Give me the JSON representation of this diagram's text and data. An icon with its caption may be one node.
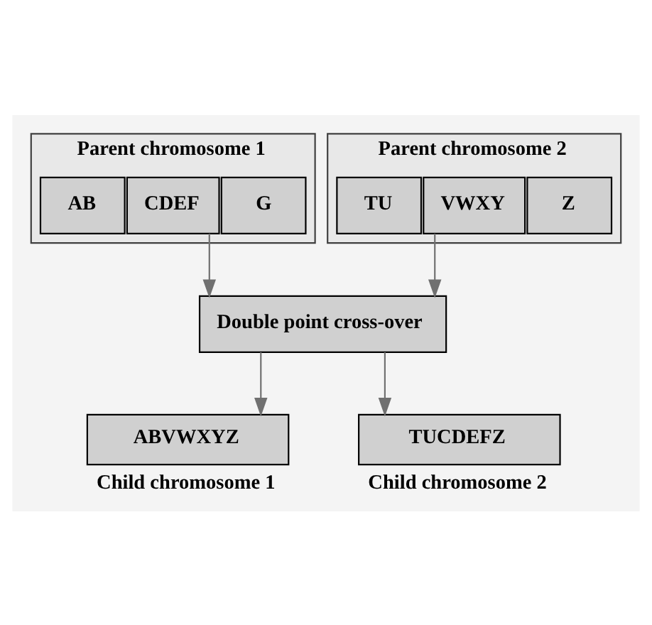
{
  "diagram": {
    "nodes": [
      {
        "text": [
          "Parent chromosome 1"
        ]
      },
      {
        "text": [
          "AB"
        ],
        "in": 0
      },
      {
        "text": [
          "CDEF"
        ],
        "in": 0
      },
      {
        "text": [
          "G"
        ],
        "in": 0
      },
      {
        "text": [
          "Parent chromosome 2"
        ]
      },
      {
        "text": [
          "TU"
        ],
        "in": 4
      },
      {
        "text": [
          "VWXY"
        ],
        "in": 4
      },
      {
        "text": [
          "Z"
        ],
        "in": 4
      },
      {
        "text": [
          "Double point cross-over"
        ]
      },
      {
        "text": [
          "ABVWXYZ"
        ],
        "beside": [
          "Child chromosome 1"
        ]
      },
      {
        "text": [
          "TUCDEFZ"
        ],
        "beside": [
          "Child chromosome 2"
        ]
      }
    ],
    "edges": [
      {
        "from": 2,
        "to": 8,
        "arrow": "to"
      },
      {
        "from": 6,
        "to": 8,
        "arrow": "to"
      },
      {
        "from": 8,
        "to": 9,
        "arrow": "to"
      },
      {
        "from": 8,
        "to": 10,
        "arrow": "to"
      }
    ]
  }
}
